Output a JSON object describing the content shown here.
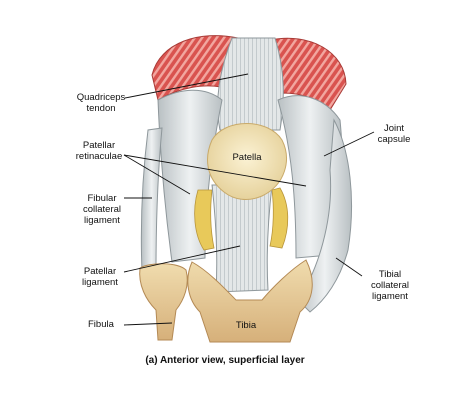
{
  "colors": {
    "ligament": "#dfe3e4",
    "ligament_shadow": "#9ea6aa",
    "muscle": "#d9534f",
    "muscle_light": "#f2a7a0",
    "bone": "#ecd8a8",
    "bone_dark": "#c79a5c",
    "patella": "#f3e6bd",
    "fat": "#e8c95a",
    "leader_line": "#111111"
  },
  "labels": {
    "quadriceps_tendon": "Quadriceps\ntendon",
    "patellar_retinaculae": "Patellar\nretinaculae",
    "fibular_collateral_ligament": "Fibular\ncollateral\nligament",
    "patellar_ligament": "Patellar\nligament",
    "fibula": "Fibula",
    "patella": "Patella",
    "joint_capsule": "Joint\ncapsule",
    "tibial_collateral_ligament": "Tibial\ncollateral\nligament",
    "tibia": "Tibia"
  },
  "caption": "(a) Anterior view, superficial layer"
}
